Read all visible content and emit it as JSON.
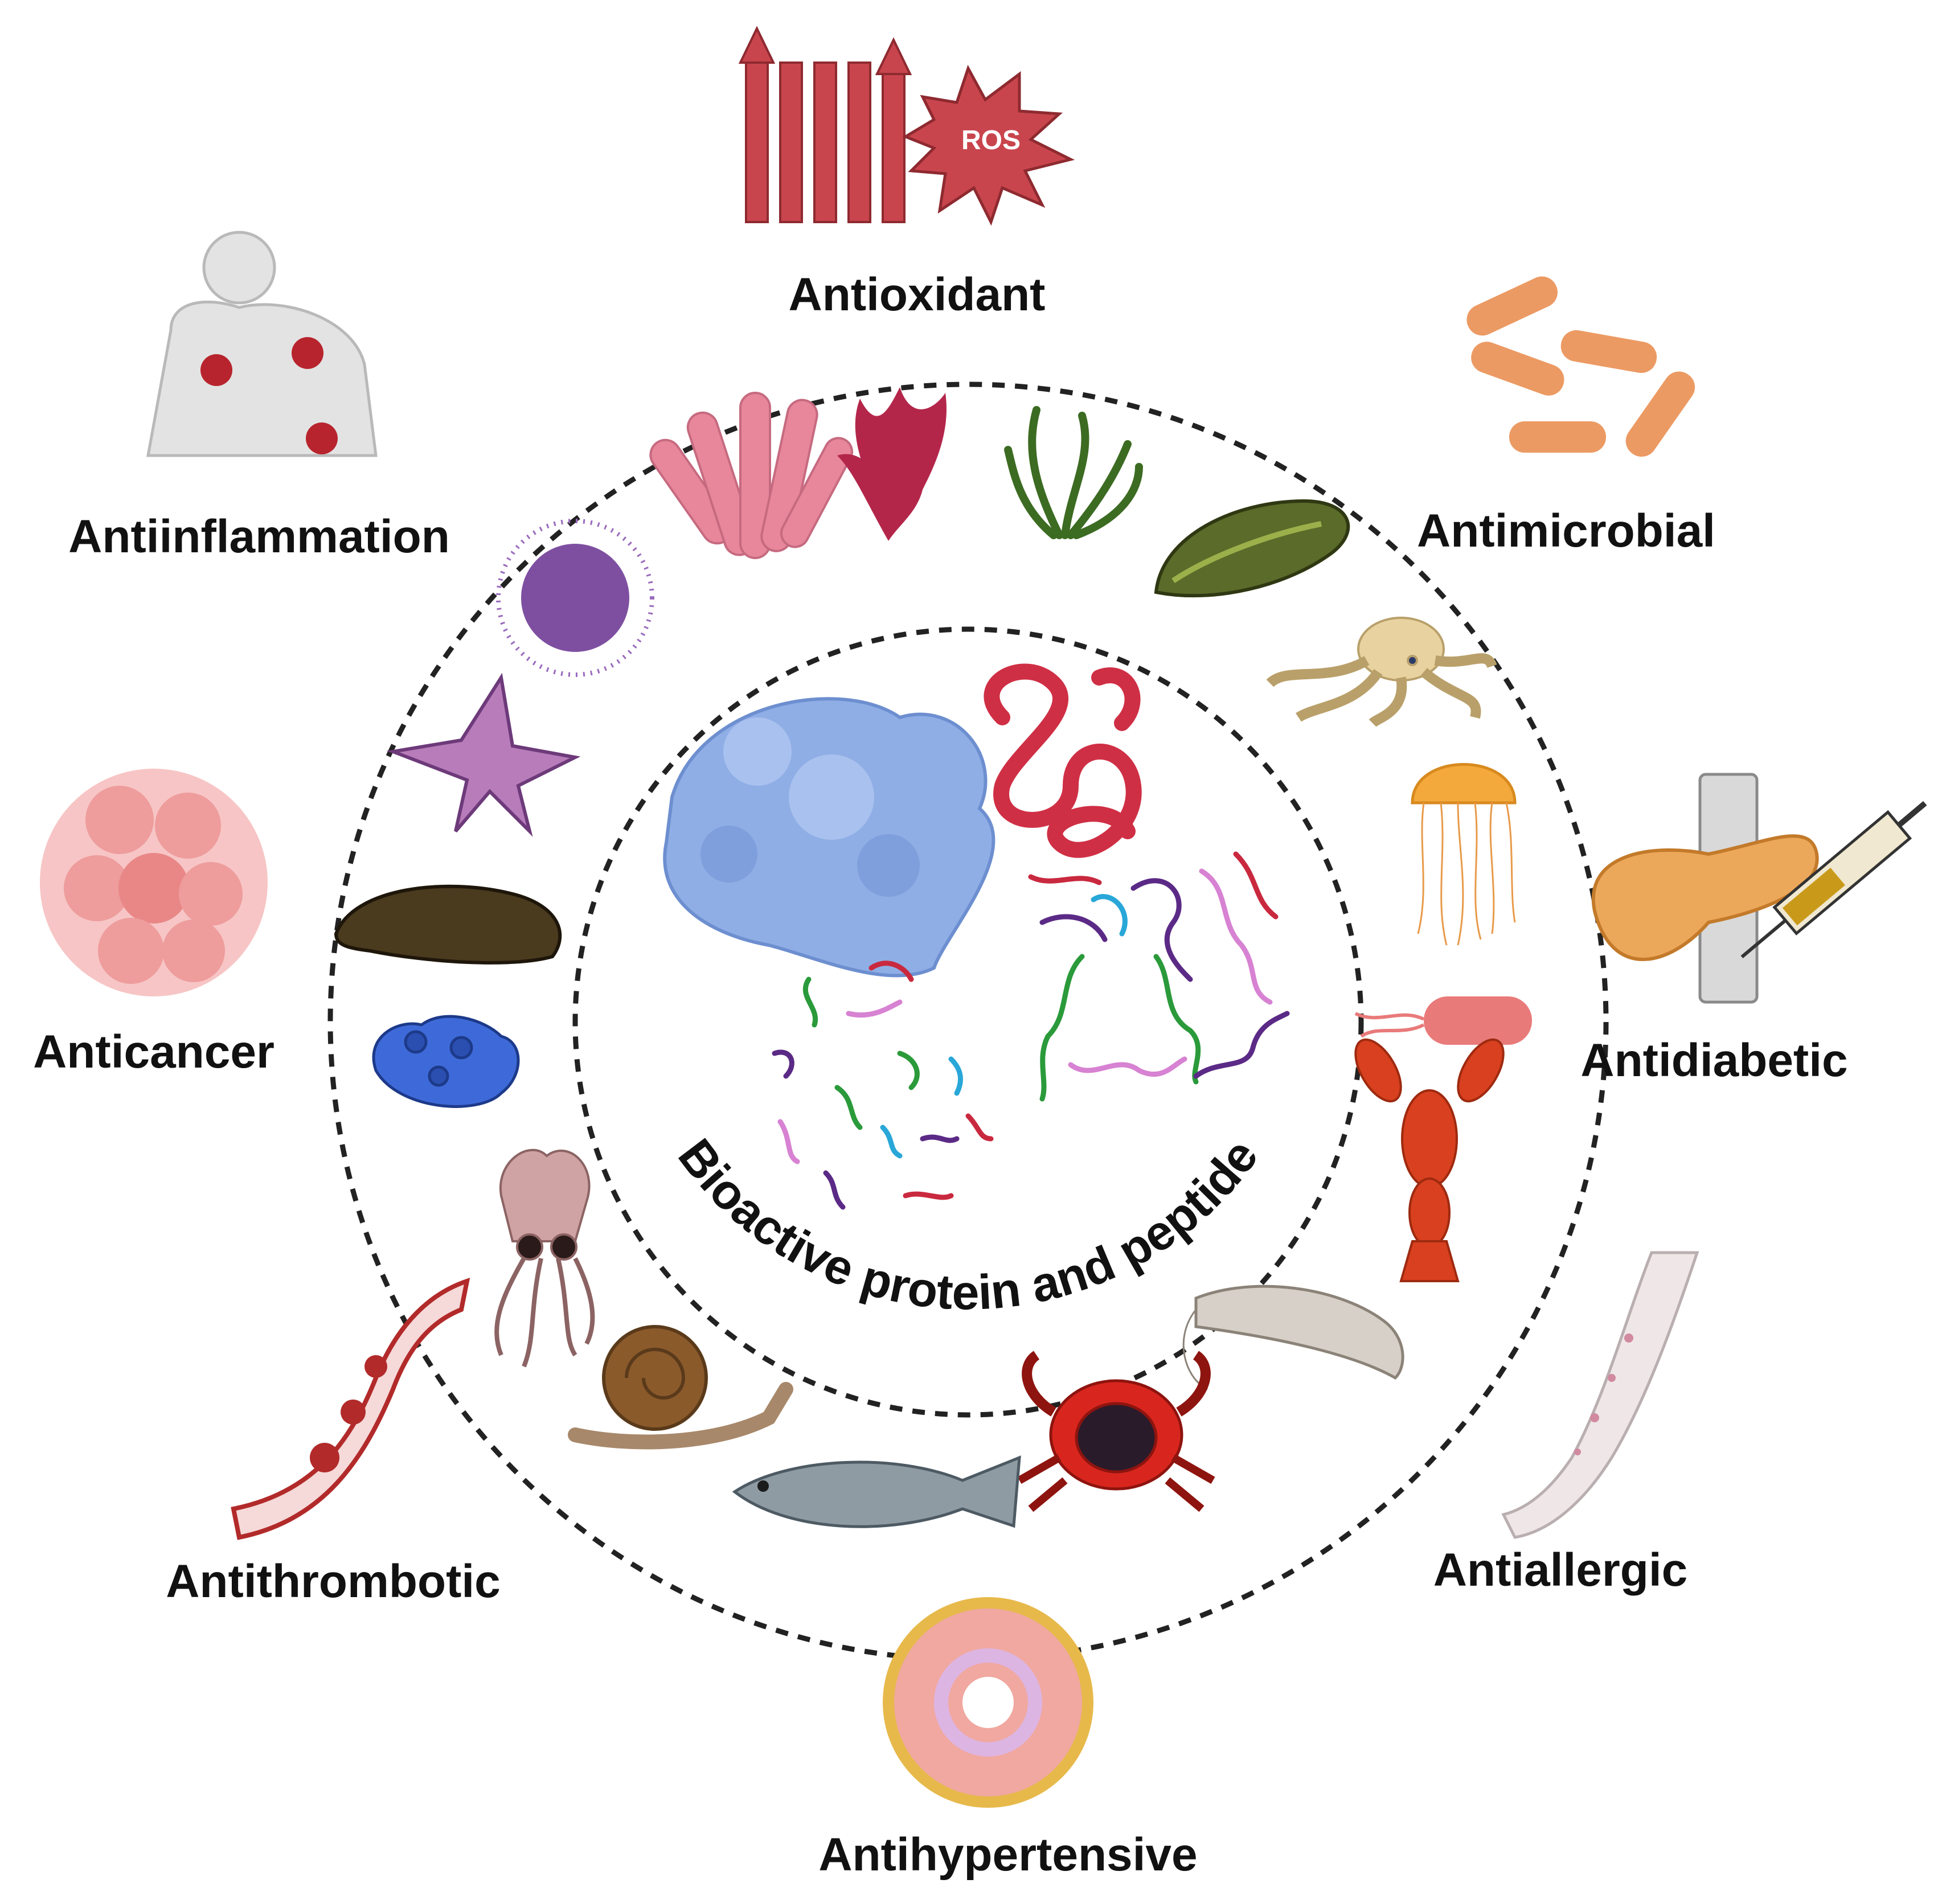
{
  "diagram": {
    "center_label": "Bioactive protein and peptide",
    "rings": [
      "inner-dashed-ring",
      "outer-dashed-ring"
    ],
    "activities": [
      {
        "label": "Antioxidant",
        "icon": "antioxidant-ros-icon"
      },
      {
        "label": "Antimicrobial",
        "icon": "bacteria-icon"
      },
      {
        "label": "Antidiabetic",
        "icon": "pancreas-syringe-icon"
      },
      {
        "label": "Antiallergic",
        "icon": "allergic-arm-icon"
      },
      {
        "label": "Antihypertensive",
        "icon": "blood-vessel-cross-section-icon"
      },
      {
        "label": "Antithrombotic",
        "icon": "blood-clot-vessel-icon"
      },
      {
        "label": "Anticancer",
        "icon": "cancer-cells-icon"
      },
      {
        "label": "Antiinflammation",
        "icon": "inflamed-body-icon"
      }
    ],
    "ros_text": "ROS",
    "marine_sources": [
      "coral-icon",
      "red-seaweed-icon",
      "green-seaweed-icon",
      "mussel-icon",
      "octopus-icon",
      "jellyfish-icon",
      "bacterium-icon",
      "lobster-icon",
      "shrimp-icon",
      "crab-icon",
      "fish-icon",
      "snail-icon",
      "squid-icon",
      "sponge-icon",
      "sea-cucumber-icon",
      "starfish-icon",
      "sea-urchin-icon"
    ],
    "center_icons": [
      "globular-protein-icon",
      "folded-peptide-chain-icon",
      "peptide-fragments-icon"
    ]
  },
  "colors": {
    "ring": "#222222",
    "label": "#111111",
    "protein": "#8faee6",
    "peptide": "#cf2f45",
    "ros": "#c9454d"
  }
}
